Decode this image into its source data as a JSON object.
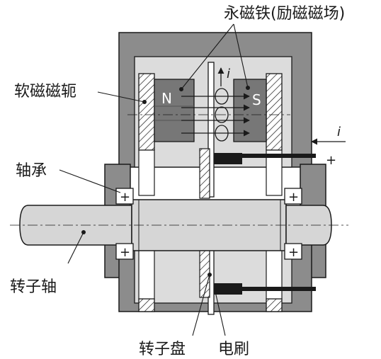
{
  "labels": {
    "permanent_magnet": "永磁铁(励磁磁场)",
    "soft_yoke": "软磁磁轭",
    "bearing": "轴承",
    "rotor_shaft": "转子轴",
    "rotor_disk": "转子盘",
    "brush": "电刷",
    "pole_n": "N",
    "pole_s": "S",
    "current_i_disk": "i",
    "current_i_ext": "i",
    "plus_sign": "+",
    "bearing_plus": "+"
  },
  "colors": {
    "line": "#1a1a1a",
    "housing_fill": "#8c8c8c",
    "cavity_fill": "#dcdcdc",
    "magnet_fill": "#777777",
    "white": "#ffffff",
    "shaft_fill": "#d6d6d6"
  },
  "icons": {
    "hatch": "diagonal-hatch-pattern",
    "field_arrow": "arrow-right-icon",
    "current_arrow": "arrow-up-icon",
    "eddy_loop": "circular-current-loop-icon"
  }
}
